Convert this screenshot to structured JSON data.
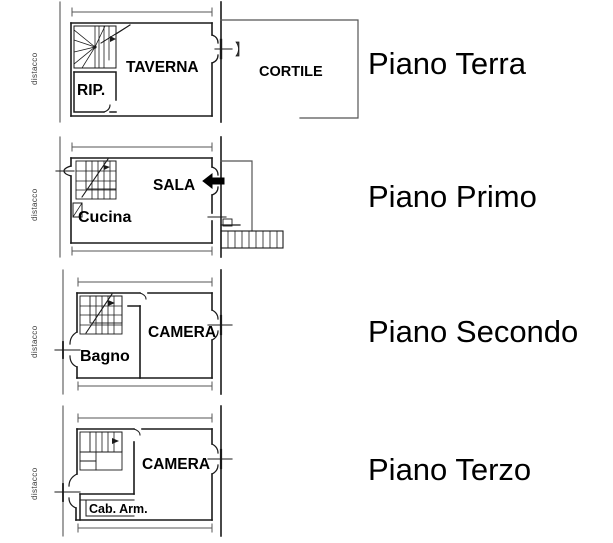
{
  "document": {
    "type": "architectural-floor-plan",
    "language": "it",
    "background_color": "#ffffff",
    "line_color": "#1a1a1a",
    "thin_line_color": "#555555",
    "text_color": "#000000"
  },
  "floors": [
    {
      "id": "piano-terra",
      "title": "Piano Terra",
      "distacco_label": "distacco",
      "rooms": [
        {
          "name": "TAVERNA",
          "label": "TAVERNA"
        },
        {
          "name": "RIP.",
          "label": "RIP."
        },
        {
          "name": "CORTILE",
          "label": "CORTILE"
        }
      ],
      "features": [
        "winder-staircase",
        "entry-door",
        "courtyard-outline"
      ]
    },
    {
      "id": "piano-primo",
      "title": "Piano Primo",
      "distacco_label": "distacco",
      "rooms": [
        {
          "name": "SALA",
          "label": "SALA"
        },
        {
          "name": "Cucina",
          "label": "Cucina"
        }
      ],
      "features": [
        "interior-staircase",
        "exterior-staircase",
        "entrance-arrow",
        "window",
        "flue"
      ]
    },
    {
      "id": "piano-secondo",
      "title": "Piano Secondo",
      "distacco_label": "distacco",
      "rooms": [
        {
          "name": "Bagno",
          "label": "Bagno"
        },
        {
          "name": "CAMERA",
          "label": "CAMERA"
        }
      ],
      "features": [
        "interior-staircase",
        "window-left",
        "window-right",
        "partition-wall"
      ]
    },
    {
      "id": "piano-terzo",
      "title": "Piano Terzo",
      "distacco_label": "distacco",
      "rooms": [
        {
          "name": "CAMERA",
          "label": "CAMERA"
        },
        {
          "name": "Cab. Arm.",
          "label": "Cab. Arm."
        }
      ],
      "features": [
        "interior-staircase",
        "window-left",
        "window-right",
        "closet"
      ]
    }
  ]
}
